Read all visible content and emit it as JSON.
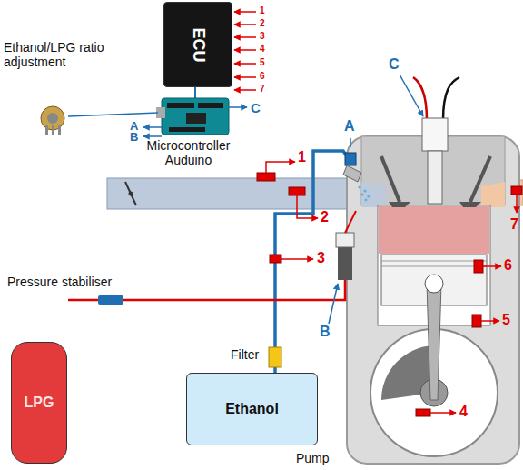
{
  "diagram": {
    "nodes": [
      {
        "text": [
          "ECU"
        ]
      },
      {
        "text": [
          "LPG"
        ]
      },
      {
        "text": [
          "Ethanol"
        ]
      }
    ],
    "labels": [
      "1",
      "2",
      "3",
      "4",
      "5",
      "6",
      "7",
      "Ethanol/LPG ratio adjustment",
      "A",
      "B",
      "C",
      "Microcontroller Auduino",
      "C",
      "A",
      "1",
      "2",
      "3",
      "B",
      "6",
      "5",
      "4",
      "7",
      "Pressure stabiliser",
      "Filter",
      "Pump"
    ]
  }
}
